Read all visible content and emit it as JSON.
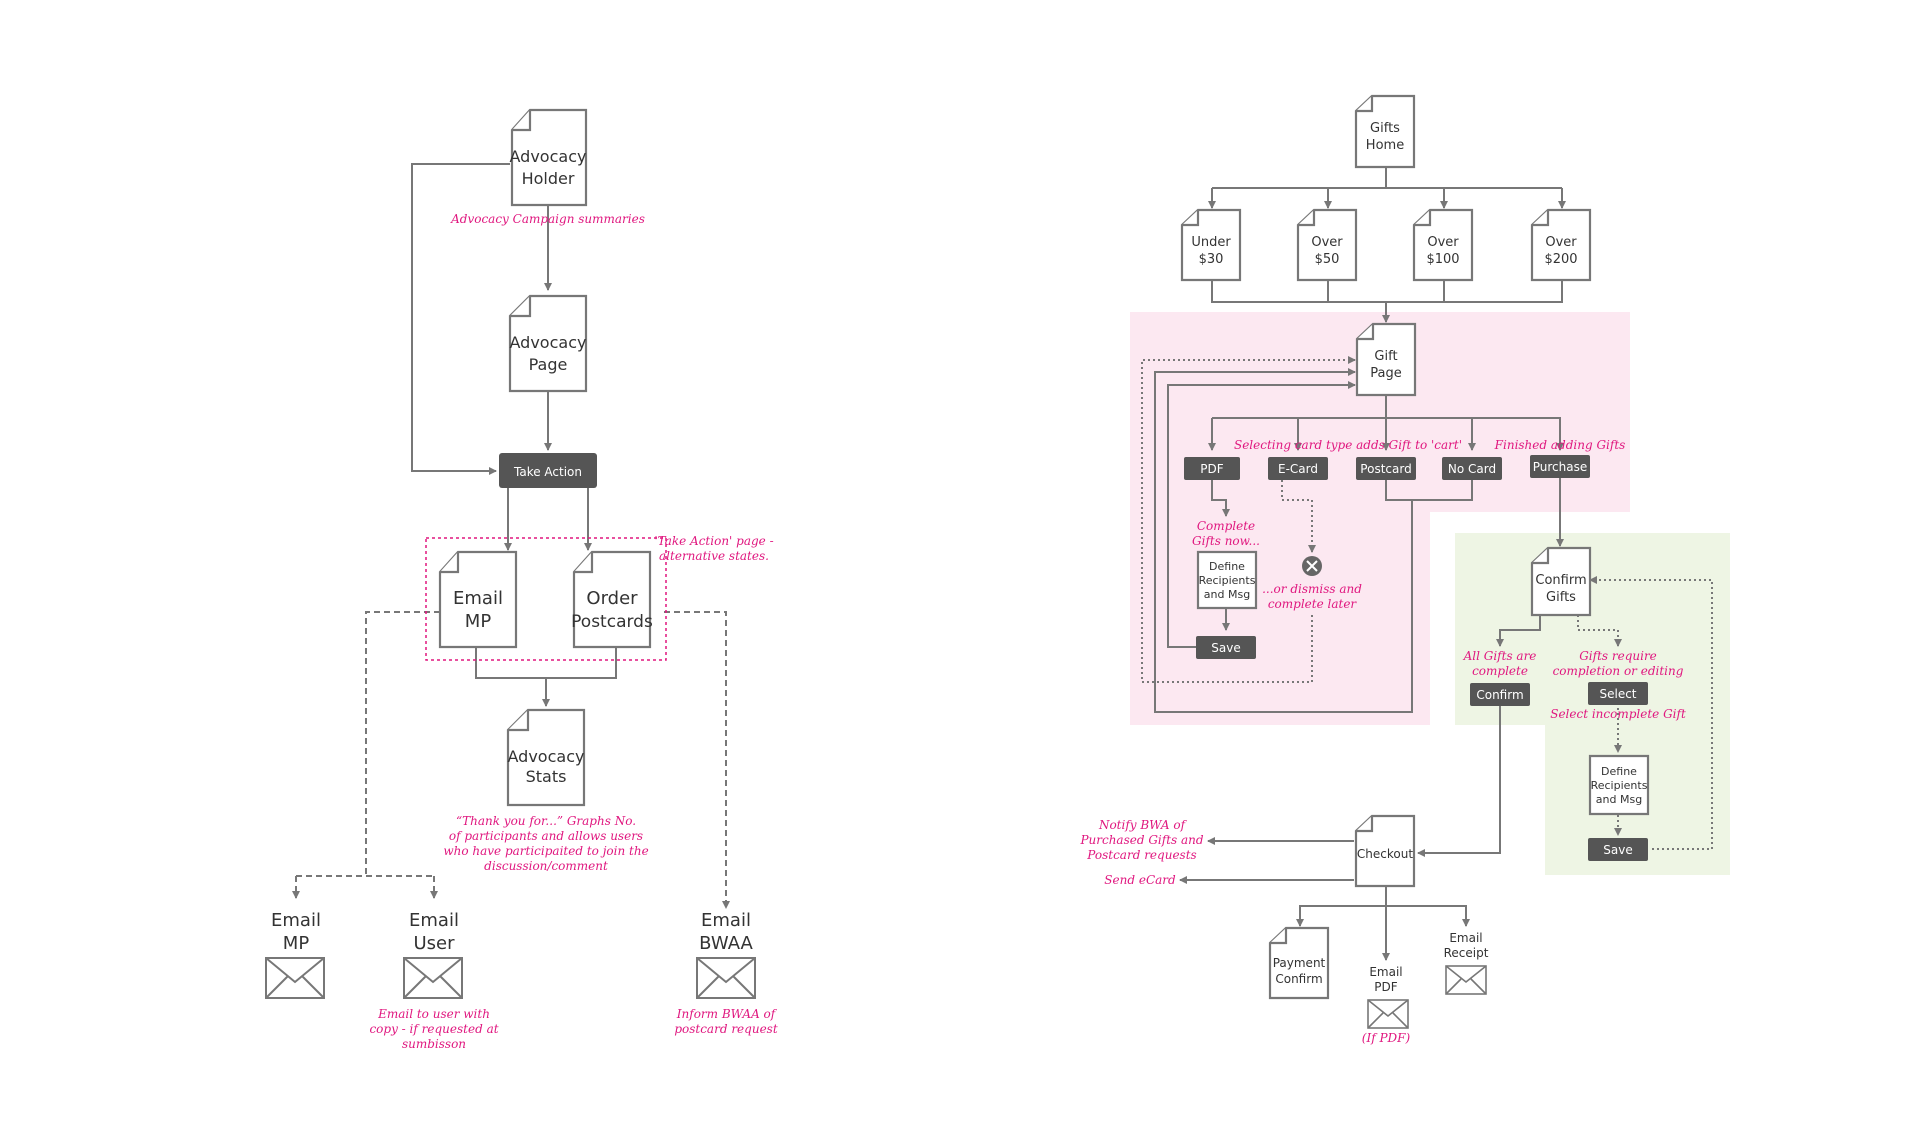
{
  "left": {
    "advocacy_holder": [
      "Advocacy",
      "Holder"
    ],
    "ann_campaign": "Advocacy Campaign summaries",
    "advocacy_page": [
      "Advocacy",
      "Page"
    ],
    "take_action": "Take Action",
    "ann_alt_states": [
      "'Take Action' page -",
      "alternative states."
    ],
    "email_mp_doc": [
      "Email",
      "MP"
    ],
    "order_postcards": [
      "Order",
      "Postcards"
    ],
    "advocacy_stats": [
      "Advocacy",
      "Stats"
    ],
    "ann_thankyou": [
      "“Thank you for...” Graphs No.",
      "of participants and allows users",
      "who have participaited to join the",
      "discussion/comment"
    ],
    "email_mp": [
      "Email",
      "MP"
    ],
    "email_user": [
      "Email",
      "User"
    ],
    "email_bwaa": [
      "Email",
      "BWAA"
    ],
    "ann_email_user": [
      "Email to user with",
      "copy - if requested at",
      "sumbisson"
    ],
    "ann_inform": [
      "Inform BWAA of",
      "postcard request"
    ]
  },
  "right": {
    "gifts_home": [
      "Gifts",
      "Home"
    ],
    "under30": [
      "Under",
      "$30"
    ],
    "over50": [
      "Over",
      "$50"
    ],
    "over100": [
      "Over",
      "$100"
    ],
    "over200": [
      "Over",
      "$200"
    ],
    "gift_page": [
      "Gift",
      "Page"
    ],
    "ann_card_type": "Selecting card type adds Gift to 'cart'",
    "ann_finished": "Finished adding Gifts",
    "btn_pdf": "PDF",
    "btn_ecard": "E-Card",
    "btn_postcard": "Postcard",
    "btn_nocard": "No Card",
    "btn_purchase": "Purchase",
    "ann_complete_now": [
      "Complete",
      "Gifts now..."
    ],
    "define1": [
      "Define",
      "Recipients",
      "and Msg"
    ],
    "ann_dismiss": [
      "...or dismiss and",
      "complete later"
    ],
    "btn_save1": "Save",
    "confirm_gifts": [
      "Confirm",
      "Gifts"
    ],
    "ann_all_complete": [
      "All Gifts are",
      "complete"
    ],
    "ann_require": [
      "Gifts require",
      "completion or editing"
    ],
    "btn_confirm": "Confirm",
    "btn_select": "Select",
    "ann_select_incomplete": "Select incomplete Gift",
    "define2": [
      "Define",
      "Recipients",
      "and Msg"
    ],
    "btn_save2": "Save",
    "ann_notify": [
      "Notify BWA of",
      "Purchased Gifts and",
      "Postcard requests"
    ],
    "ann_send_ecard": "Send eCard",
    "checkout": "Checkout",
    "payment_confirm": [
      "Payment",
      "Confirm"
    ],
    "email_pdf": [
      "Email",
      "PDF"
    ],
    "email_receipt": [
      "Email",
      "Receipt"
    ],
    "ann_if_pdf": "(If PDF)"
  },
  "colors": {
    "accent": "#e0177f",
    "pink_zone": "#fce8f1",
    "green_zone": "#eef5e4",
    "button": "#555555",
    "line": "#777777"
  }
}
